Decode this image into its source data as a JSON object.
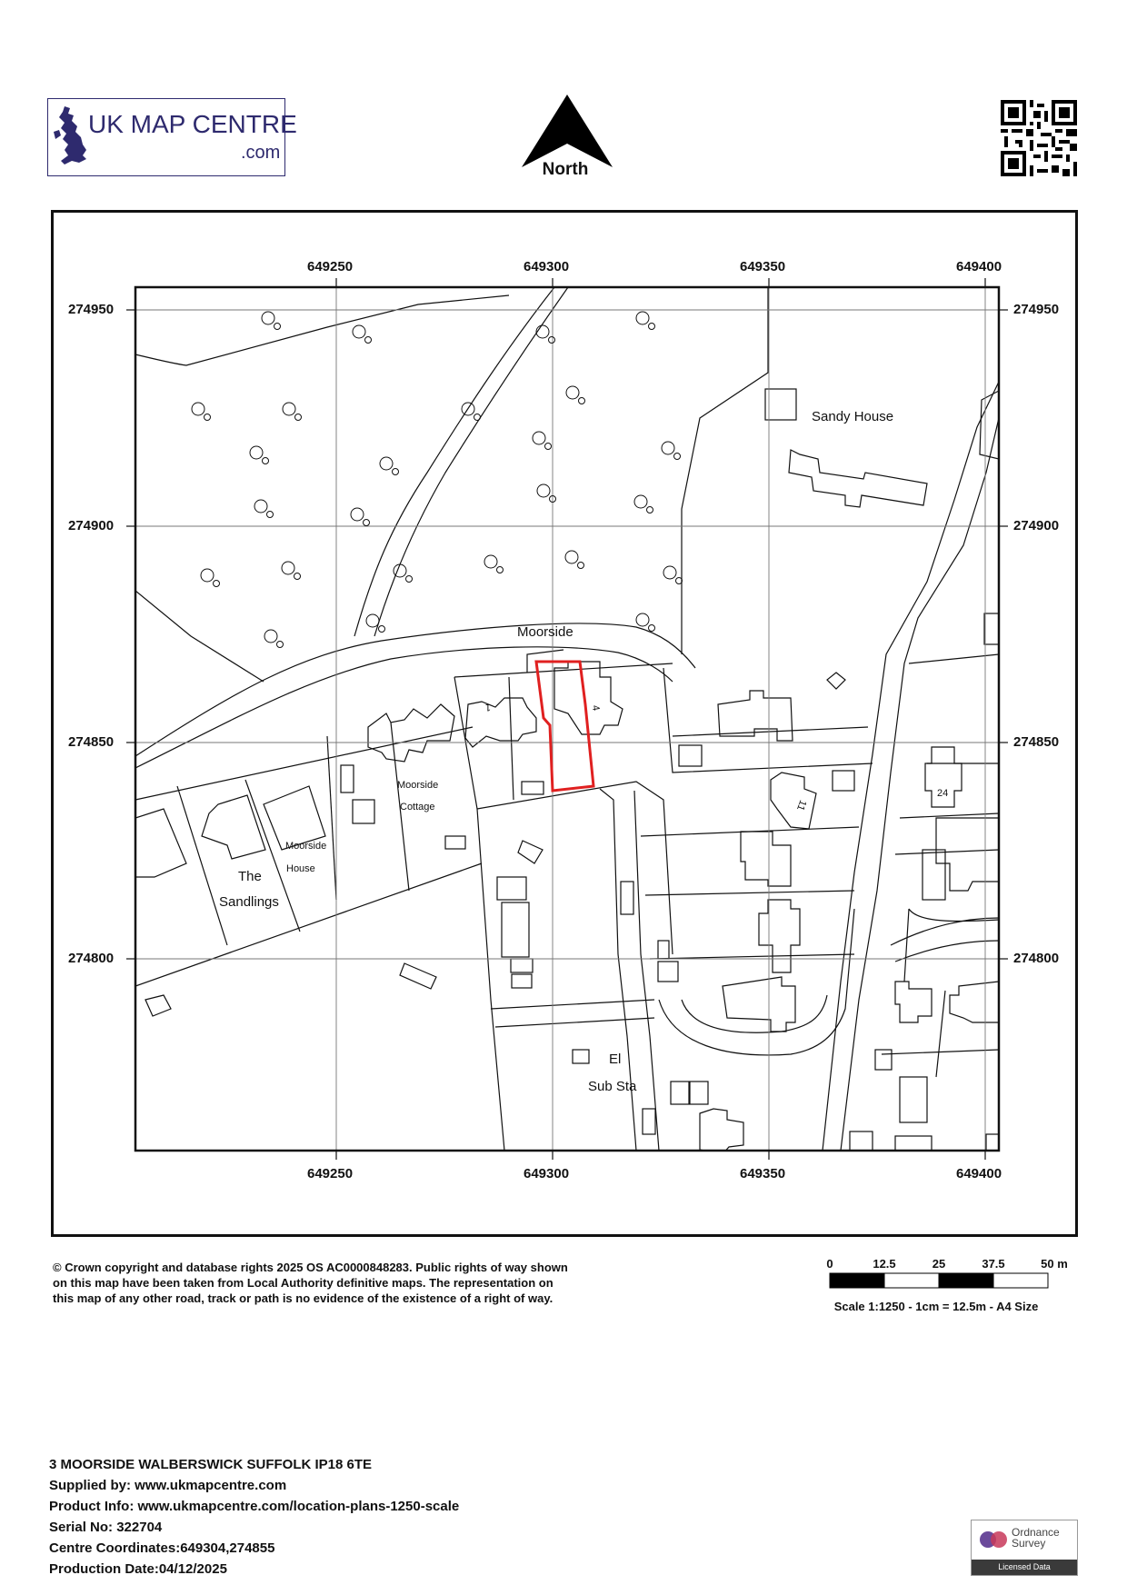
{
  "logo": {
    "title": "UK MAP CENTRE",
    "suffix": ".com"
  },
  "north": {
    "label": "North"
  },
  "grid": {
    "eastings": [
      "649250",
      "649300",
      "649350",
      "649400"
    ],
    "northings": [
      "274950",
      "274900",
      "274850",
      "274800"
    ]
  },
  "map_labels": {
    "sandy_house": "Sandy House",
    "moorside": "Moorside",
    "moorside_cottage_1": "Moorside",
    "moorside_cottage_2": "Cottage",
    "moorside_house_1": "Moorside",
    "moorside_house_2": "House",
    "sandlings_1": "The",
    "sandlings_2": "Sandlings",
    "el": "El",
    "sub_sta": "Sub Sta",
    "house_1": "1",
    "house_4": "4",
    "house_11": "11",
    "house_24": "24"
  },
  "copyright": "© Crown copyright and database rights 2025 OS AC0000848283. Public rights of way shown on this map have been taken from Local Authority definitive maps. The representation on this map of any other road, track or path is no evidence of the existence of a right of way.",
  "scale_bar": {
    "ticks": [
      "0",
      "12.5",
      "25",
      "37.5",
      "50 m"
    ],
    "caption": "Scale 1:1250 - 1cm = 12.5m - A4 Size"
  },
  "info": {
    "address": "3 MOORSIDE WALBERSWICK SUFFOLK IP18 6TE",
    "supplied_label": "Supplied by:",
    "supplied_value": "www.ukmapcentre.com",
    "product_label": "Product Info:",
    "product_value": "www.ukmapcentre.com/location-plans-1250-scale",
    "serial_label": "Serial No:",
    "serial_value": "322704",
    "centre_label": "Centre Coordinates:",
    "centre_value": "649304,274855",
    "production_label": "Production Date:",
    "production_value": "04/12/2025"
  },
  "os_badge": {
    "line1": "Ordnance",
    "line2": "Survey",
    "footer": "Licensed Data"
  },
  "colors": {
    "brand": "#2e2a6e",
    "site_boundary": "#e02020",
    "ink": "#111111"
  }
}
